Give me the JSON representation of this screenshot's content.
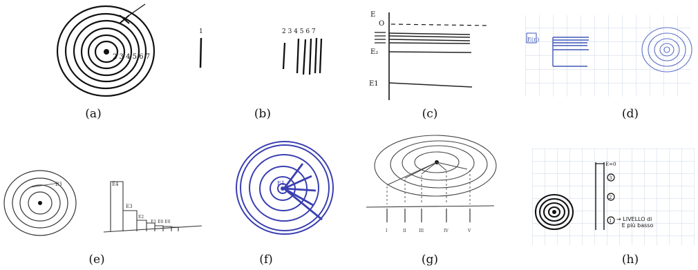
{
  "figure": {
    "captions": [
      "(a)",
      "(b)",
      "(c)",
      "(d)",
      "(e)",
      "(f)",
      "(g)",
      "(h)"
    ],
    "panel_a": {
      "orbit_label": "2 3 4 5 6 7"
    },
    "panel_b": {
      "left_label": "1",
      "right_label": "2     3 4 5 6 7"
    },
    "panel_c": {
      "top_label": "E",
      "zero_label": "O",
      "e2_label": "E₂",
      "e1_label": "E1"
    },
    "panel_d": {
      "box_label": "E(n)"
    },
    "panel_e": {
      "orbit_label": "E3",
      "bar_labels": [
        "E4",
        "E3",
        "E2",
        "E1 E0 E0"
      ]
    },
    "panel_f": {
      "nucleus_label": "E1"
    },
    "panel_g": {
      "axis_labels": [
        "I",
        "II",
        "III",
        "IV",
        "V"
      ]
    },
    "panel_h": {
      "level_labels": [
        "1",
        "2",
        "3"
      ],
      "top_mark": "E=0",
      "note": "→ LIVELLO di\n   E più basso"
    }
  }
}
